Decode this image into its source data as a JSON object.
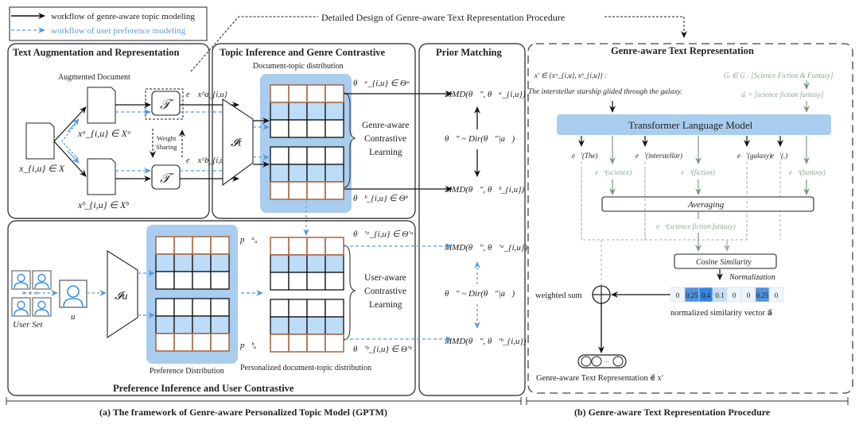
{
  "legend": {
    "solid": "workflow of genre-aware topic modeling",
    "dashed": "workflow of user preference modeling"
  },
  "callout": "Detailed Design of Genre-aware Text Representation Procedure",
  "panels": {
    "text_aug": "Text Augmentation and  Representation",
    "topic_inf": "Topic Inference and Genre Contrastive",
    "prior": "Prior Matching",
    "pref_inf": "Preference Inference and User Contrastive",
    "genre_rep": "Genre-aware Text Representation"
  },
  "text_aug": {
    "aug_doc": "Augmented Document",
    "x": "x_{i,u} ∈ X",
    "xa": "xᵃ_{i,u} ∈ Xᵃ",
    "xb": "xᵇ_{i,u} ∈ Xᵇ",
    "encoder": "𝒯",
    "weight_sharing_1": "Weight",
    "weight_sharing_2": "Sharing",
    "ea": "e⃗ x^a_{i,u}",
    "eb": "e⃗ x^b_{i,u}"
  },
  "topic_inf": {
    "dist_label": "Document-topic distribution",
    "encoder": "𝓘t",
    "theta_a": "θ⃗ᵃ_{i,u} ∈ Θᵃ",
    "theta_b": "θ⃗ᵇ_{i,u} ∈ Θᵇ",
    "contrast": [
      "Genre-aware",
      "Contrastive",
      "Learning"
    ]
  },
  "prior": {
    "mmd_a": "MMD(θ⃗″, θ⃗ᵃ_{i,u})",
    "mmd_b": "MMD(θ⃗″, θ⃗ᵇ_{i,u})",
    "dir": "θ⃗″ ~ Dir(θ⃗″|a⃗)",
    "mmd_pa": "MMD(θ⃗″, θ⃗′ᵃ_{i,u})",
    "mmd_pb": "MMD(θ⃗″, θ⃗′ᵇ_{i,u})",
    "dir2": "θ⃗″ ~ Dir(θ⃗″|a⃗)"
  },
  "pref_inf": {
    "user_set": "User Set",
    "u": "u",
    "encoder": "𝓘u",
    "pref_label": "Preference Distribution",
    "pa": "p⃗ᵃᵤ",
    "pb": "p⃗ᵇᵤ",
    "pers_label": "Personalized document-topic distribution",
    "theta_pa": "θ⃗′ᵃ_{i,u} ∈ Θ′ᵃ",
    "theta_pb": "θ⃗′ᵇ_{i,u} ∈ Θ′ᵇ",
    "contrast": [
      "User-aware",
      "Contrastive",
      "Learning"
    ]
  },
  "genre_rep": {
    "xprime": "x′ ∈ {xᵃ_{i,u}, xᵇ_{i,u}} :",
    "sentence": "The interstellar starship glided through the galaxy.",
    "genre": "Gᵢ ∈ G : [Science Fiction & Fantasy]",
    "desc": "dᵢ = [science fiction fantasy]",
    "tlm": "Transformer Language Model",
    "tokens": [
      {
        "label": "e⃗′(The)",
        "kind": "text"
      },
      {
        "label": "e⃗ᵈ(science)",
        "kind": "genre"
      },
      {
        "label": "e⃗′(interstellar)",
        "kind": "text"
      },
      {
        "label": "···",
        "kind": "dots"
      },
      {
        "label": "e⃗ᵈ(fiction)",
        "kind": "genre"
      },
      {
        "label": "e⃗′(galaxy)",
        "kind": "text"
      },
      {
        "label": "e⃗′(.)",
        "kind": "text"
      },
      {
        "label": "e⃗ᵈ(fantasy)",
        "kind": "genre"
      }
    ],
    "averaging": "Averaging",
    "avg_out": "e⃗ᵈ(science fiction fantasy)",
    "cosine": "Cosine Similarity",
    "normalization": "Normalization",
    "weighted_sum": "weighted sum",
    "sim_vector": [
      {
        "v": "0",
        "color": "#eef5fc"
      },
      {
        "v": "0.25",
        "color": "#4f93dc"
      },
      {
        "v": "0.4",
        "color": "#3384e0"
      },
      {
        "v": "0.1",
        "color": "#c5ddf5"
      },
      {
        "v": "0",
        "color": "#eef5fc"
      },
      {
        "v": "0",
        "color": "#eef5fc"
      },
      {
        "v": "0.25",
        "color": "#4f93dc"
      },
      {
        "v": "0",
        "color": "#eef5fc"
      }
    ],
    "sim_label": "normalized similarity vector a⃗",
    "output": "Genre-aware Text Representation e⃗ x′"
  },
  "captions": {
    "a": "(a) The framework of Genre-aware Personalized Topic Model (GPTM)",
    "b": "(b) Genre-aware Text Representation Procedure"
  },
  "colors": {
    "blue": "#5b9bd5",
    "panel_blue": "#a9cdee",
    "cell_blue": "#bcdcf7",
    "orange": "#c0734a",
    "green": "#7a9a80"
  }
}
